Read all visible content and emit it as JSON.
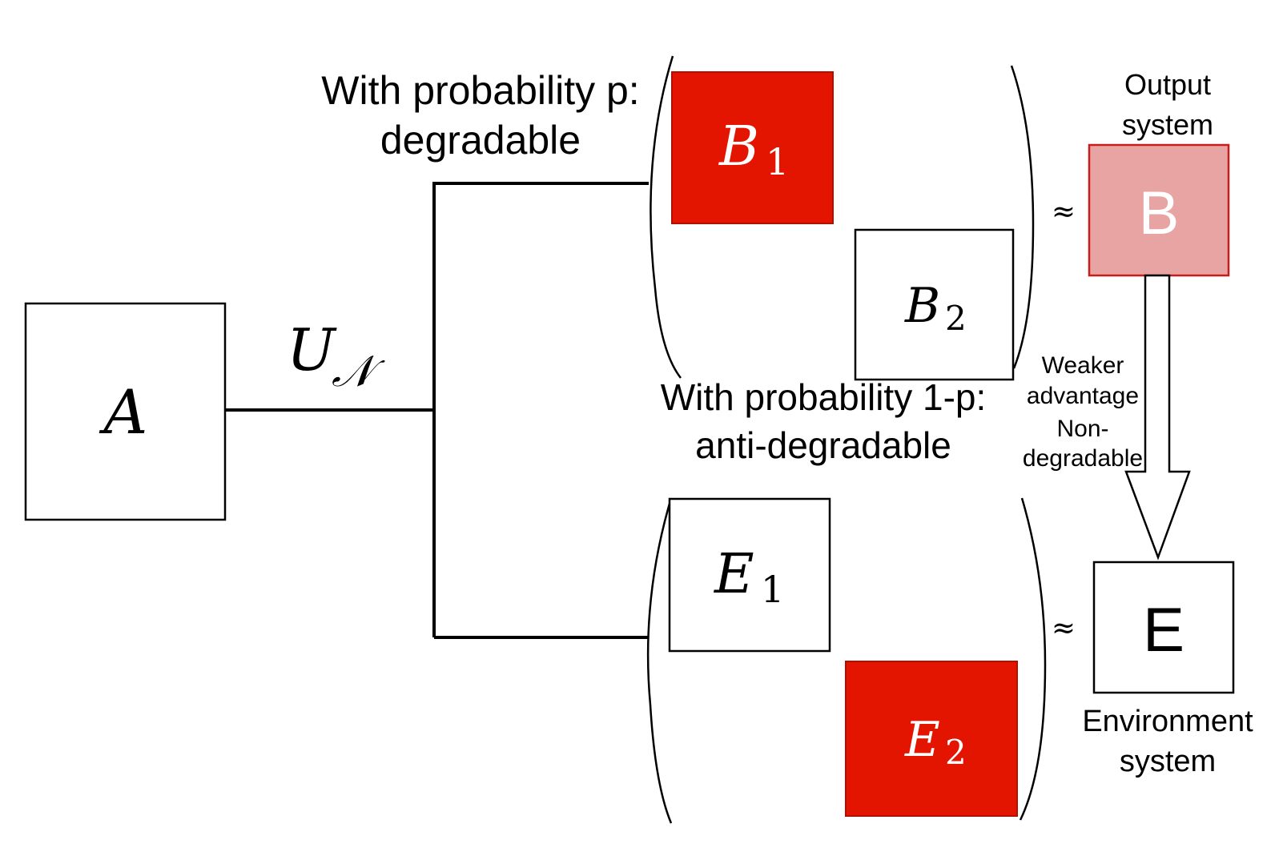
{
  "colors": {
    "strong_red": "#e31400",
    "pink": "#e8a3a3",
    "pink_border": "#c91d1d",
    "stroke": "#000000",
    "white_text": "#ffffff"
  },
  "input": {
    "label": "A"
  },
  "channel": {
    "label_main": "U",
    "label_sub": "𝒩"
  },
  "branch_top": {
    "text_line1": "With probability p:",
    "text_line2": "degradable"
  },
  "branch_bottom": {
    "text_line1": "With probability 1-p:",
    "text_line2": "anti-degradable"
  },
  "b1": {
    "main": "B",
    "sub": "1"
  },
  "b2": {
    "main": "B",
    "sub": "2"
  },
  "e1": {
    "main": "E",
    "sub": "1"
  },
  "e2": {
    "main": "E",
    "sub": "2"
  },
  "approx_symbol": "≈",
  "output_system": {
    "caption_line1": "Output",
    "caption_line2": "system",
    "label": "B"
  },
  "environment_system": {
    "caption_line1": "Environment",
    "caption_line2": "system",
    "label": "E"
  },
  "arrow_labels": {
    "line1": "Weaker",
    "line2": "advantage",
    "line3": "Non-",
    "line4": "degradable"
  }
}
